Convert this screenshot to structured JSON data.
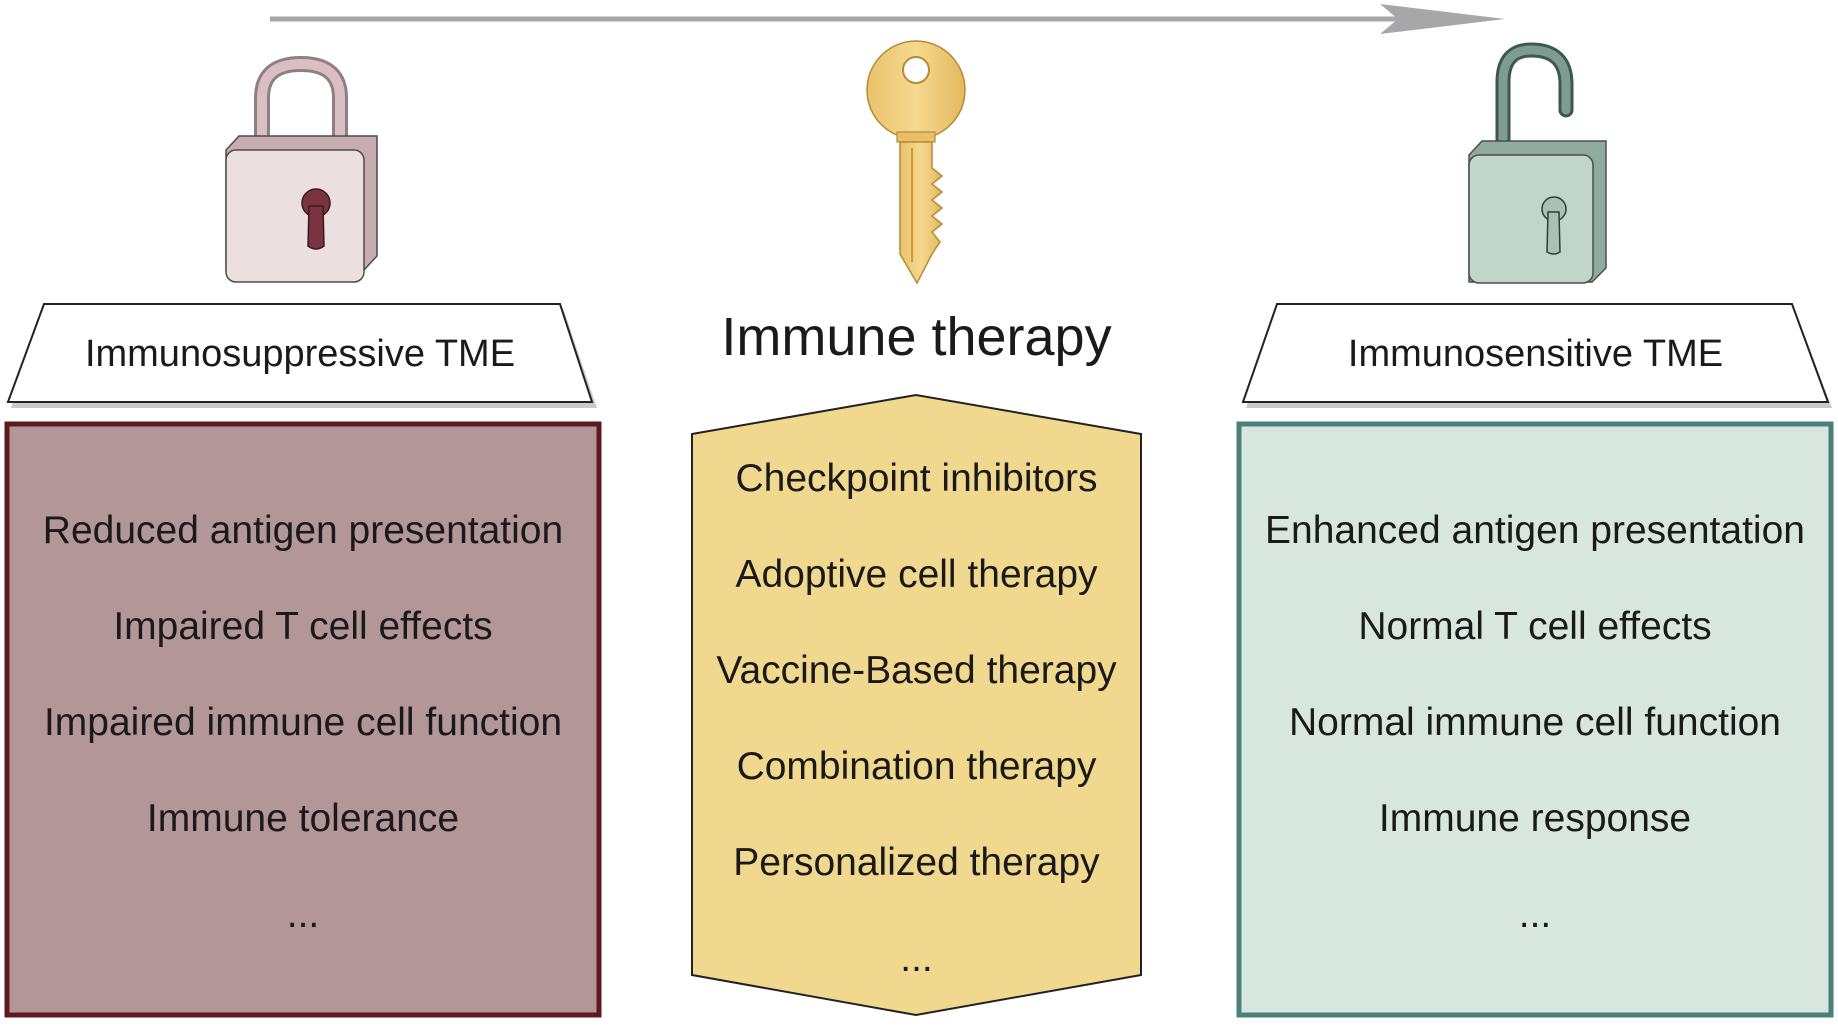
{
  "left_panel": {
    "header": "Immunosuppressive TME",
    "items": [
      "Reduced antigen presentation",
      "Impaired T cell effects",
      "Impaired immune cell function",
      "Immune tolerance",
      "..."
    ],
    "icon": "closed-padlock-icon",
    "fill_color": "#b39697",
    "border_color": "#5e1a1f"
  },
  "center_panel": {
    "title": "Immune therapy",
    "items": [
      "Checkpoint inhibitors",
      "Adoptive cell therapy",
      "Vaccine-Based therapy",
      "Combination therapy",
      "Personalized therapy",
      "..."
    ],
    "icon": "key-icon",
    "fill_color": "#f0d98e"
  },
  "right_panel": {
    "header": "Immunosensitive TME",
    "items": [
      "Enhanced antigen presentation",
      "Normal T cell effects",
      "Normal immune cell function",
      "Immune response",
      "..."
    ],
    "icon": "open-padlock-icon",
    "fill_color": "#d7e7df",
    "border_color": "#4a8079"
  },
  "arrow_color": "#a7a7a9"
}
